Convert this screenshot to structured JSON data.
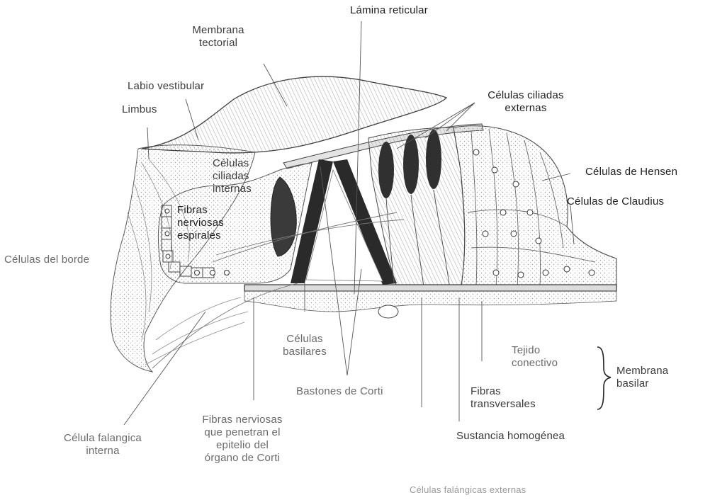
{
  "figure": {
    "labels": {
      "lamina_reticular": "Lámina reticular",
      "membrana_tectorial": "Membrana\ntectorial",
      "labio_vestibular": "Labio vestibular",
      "limbus": "Limbus",
      "celulas_ciliadas_externas": "Células ciliadas\nexternas",
      "celulas_ciliadas_internas": "Células\nciliadas\ninternas",
      "celulas_de_hensen": "Células de Hensen",
      "celulas_de_claudius": "Células de Claudius",
      "fibras_nerviosas_espirales": "Fibras\nnerviosas\nespirales",
      "celulas_del_borde": "Células del borde",
      "celulas_basilares": "Células\nbasilares",
      "tejido_conectivo": "Tejido\nconectivo",
      "membrana_basilar": "Membrana\nbasilar",
      "bastones_de_corti": "Bastones de Corti",
      "fibras_transversales": "Fibras\ntransversales",
      "celula_falangica_interna": "Célula falangica\ninterna",
      "fibras_nerviosas_penetran": "Fibras nerviosas\nque penetran el\nepitelio del\nórgano de Corti",
      "sustancia_homogenea": "Sustancia homogénea",
      "celulas_falangicas_externas": "Células falángicas externas"
    },
    "colors": {
      "ink": "#1f1f1f",
      "tissue": "#6b6b6b",
      "shade": "#3a3a3a",
      "leader": "#555555"
    }
  }
}
